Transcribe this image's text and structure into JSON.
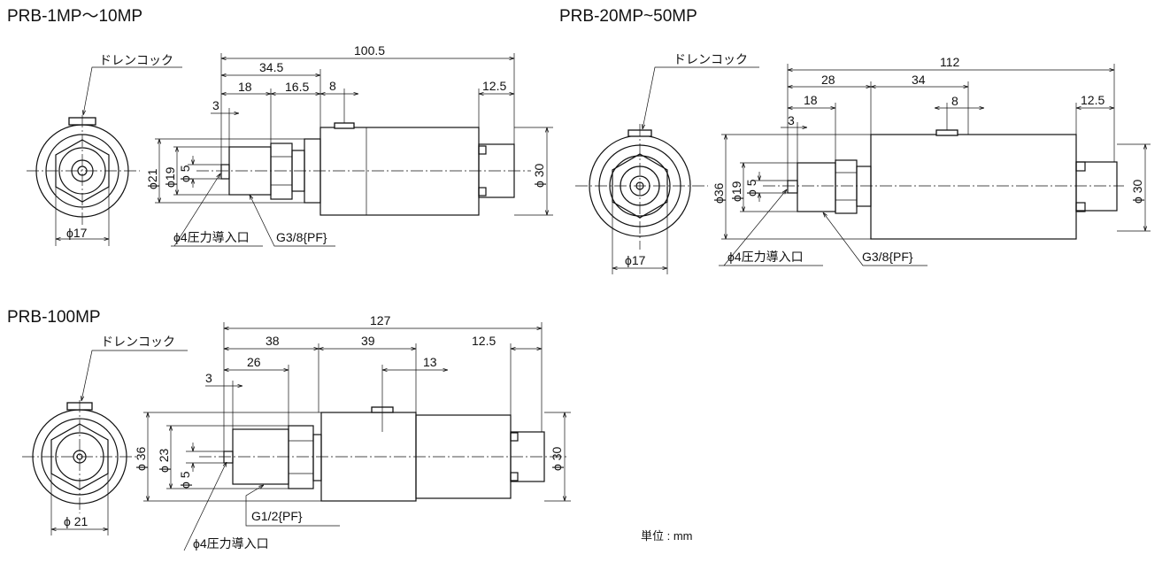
{
  "units_note": "単位 : mm",
  "colors": {
    "line": "#111111",
    "background": "#ffffff"
  },
  "models": [
    {
      "title": "PRB-1MP～10MP",
      "drain_label": "ドレンコック",
      "port_label": "ϕ4圧力導入口",
      "thread_label": "G3/8{PF}",
      "dims": {
        "overall": "100.5",
        "a": "34.5",
        "b": "18",
        "c": "16.5",
        "d": "8",
        "e": "12.5",
        "f": "3",
        "dia_body": "ϕ 30",
        "dia_hex": "ϕ21",
        "dia_thread": "ϕ19",
        "dia_port": "ϕ 5",
        "front_dia": "ϕ17"
      }
    },
    {
      "title": "PRB-20MP~50MP",
      "drain_label": "ドレンコック",
      "port_label": "ϕ4圧力導入口",
      "thread_label": "G3/8{PF}",
      "dims": {
        "overall": "112",
        "a": "28",
        "b": "34",
        "c": "18",
        "d": "8",
        "e": "12.5",
        "f": "3",
        "dia_body": "ϕ 30",
        "dia_outer": "ϕ36",
        "dia_thread": "ϕ19",
        "dia_port": "ϕ 5",
        "front_dia": "ϕ17"
      }
    },
    {
      "title": "PRB-100MP",
      "drain_label": "ドレンコック",
      "port_label": "ϕ4圧力導入口",
      "thread_label": "G1/2{PF}",
      "dims": {
        "overall": "127",
        "a": "38",
        "b": "39",
        "c": "26",
        "d": "13",
        "e": "12.5",
        "f": "3",
        "dia_body": "ϕ 30",
        "dia_outer": "ϕ 36",
        "dia_thread": "ϕ 23",
        "dia_port": "ϕ 5",
        "front_dia": "ϕ 21"
      }
    }
  ]
}
